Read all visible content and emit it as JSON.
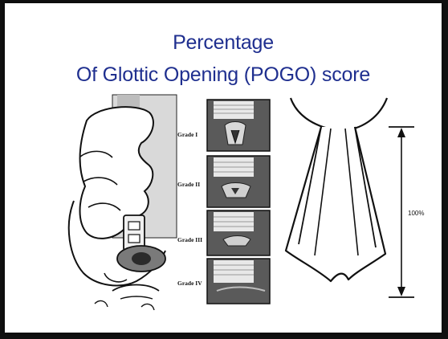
{
  "slide": {
    "title_line1": "Percentage",
    "title_line2": "Of Glottic Opening (POGO) score",
    "title_color": "#1f2f8f"
  },
  "grades": [
    {
      "label": "Grade I"
    },
    {
      "label": "Grade II"
    },
    {
      "label": "Grade III"
    },
    {
      "label": "Grade IV"
    }
  ],
  "measure": {
    "label": "100%"
  },
  "illustrations": [
    "laryngoscopy-hand-illustration",
    "glottis-grade-panels",
    "glottic-opening-diagram"
  ]
}
